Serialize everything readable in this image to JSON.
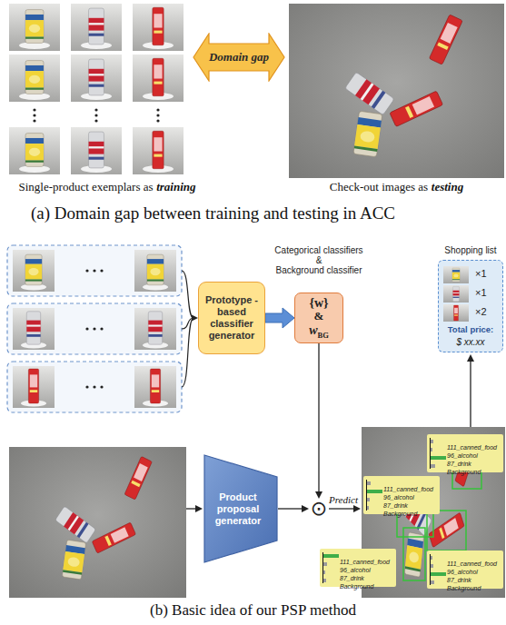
{
  "diagram": {
    "nodes": [
      {
        "text": [
          "Domain gap"
        ]
      },
      {
        "text": [
          "Prototype -based classifier generator"
        ]
      },
      {
        "text": [
          "Categorical classifiers",
          "&",
          "Background classifier",
          "{w}",
          "&",
          "w",
          "BG"
        ]
      },
      {
        "text": [
          "Shopping list",
          "×1",
          "×1",
          "×2",
          "Total price:",
          "$ xx.xx"
        ]
      },
      {
        "text": [
          "Product proposal generator"
        ]
      },
      {
        "text": [
          "⊙"
        ]
      },
      {
        "text": [
          "111_canned_food",
          "96_alcohol",
          "87_drink",
          "Background"
        ]
      },
      {
        "text": [
          "111_canned_food",
          "96_alcohol",
          "87_drink",
          "Background"
        ]
      },
      {
        "text": [
          "111_canned_food",
          "96_alcohol",
          "87_drink",
          "Background"
        ]
      },
      {
        "text": [
          "111_canned_food",
          "96_alcohol",
          "87_drink",
          "Background"
        ]
      }
    ],
    "edges": [
      {
        "from": 1,
        "to": 2,
        "arrow": "to"
      },
      {
        "from": 2,
        "to": 5,
        "arrow": "to"
      },
      {
        "from": 4,
        "to": 5,
        "arrow": "to"
      }
    ],
    "labels": [
      "Single-product exemplars as",
      "training",
      "Check-out images as",
      "testing",
      "(a) Domain gap between training and testing in ACC",
      "Predict",
      "(b) Basic idea of our PSP method"
    ]
  }
}
